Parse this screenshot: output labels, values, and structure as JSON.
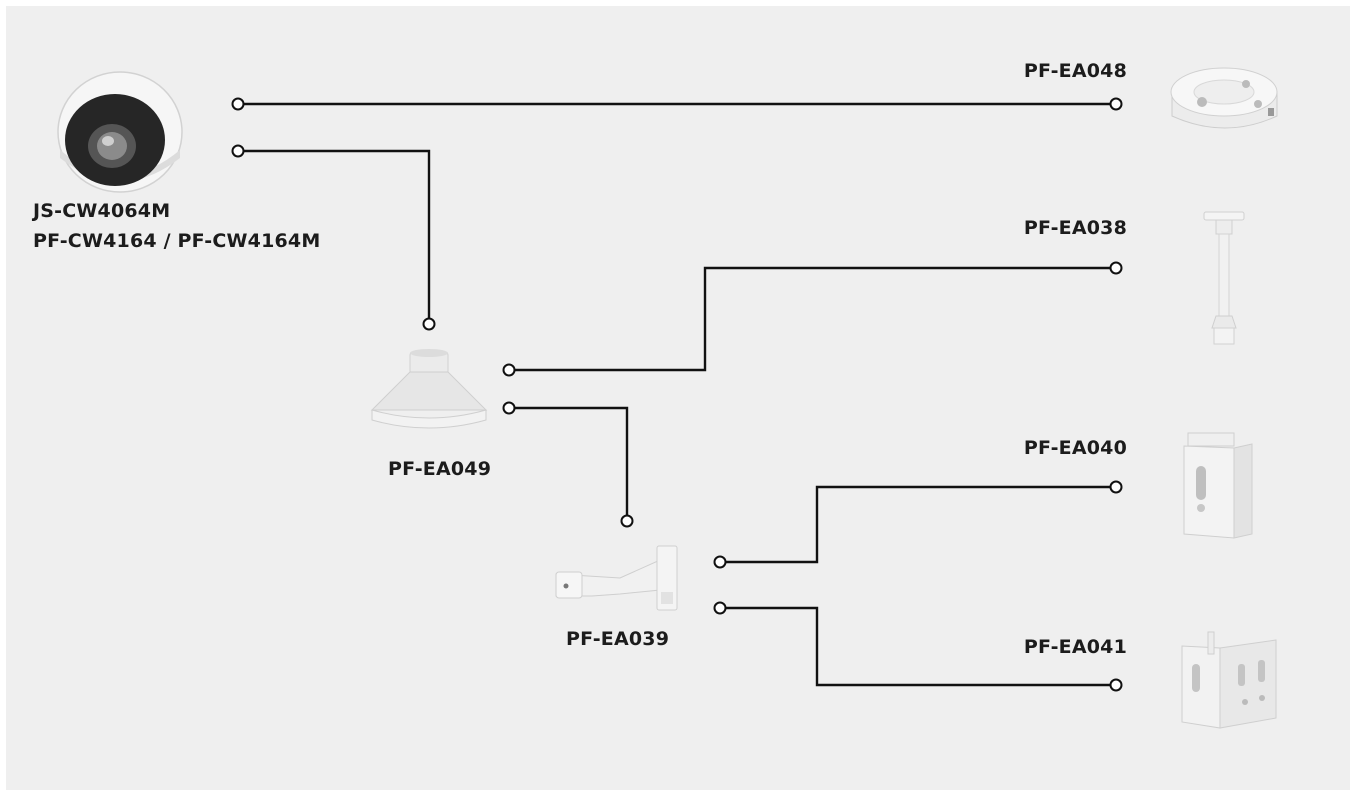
{
  "colors": {
    "background": "#efefef",
    "line": "#111111",
    "product": "#f4f4f4",
    "product_shadow": "#cfcfcf"
  },
  "camera": {
    "label_line1": "JS-CW4064M",
    "label_line2": "PF-CW4164 / PF-CW4164M"
  },
  "adapters": {
    "ea049": "PF-EA049",
    "ea039": "PF-EA039"
  },
  "mounts": {
    "ea048": "PF-EA048",
    "ea038": "PF-EA038",
    "ea040": "PF-EA040",
    "ea041": "PF-EA041"
  }
}
